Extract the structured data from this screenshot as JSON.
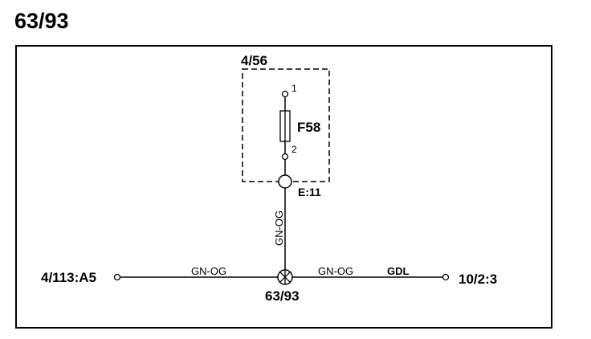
{
  "page_title": "63/93",
  "box_label": "4/56",
  "fuse": {
    "label": "F58",
    "pin_top": "1",
    "pin_bottom": "2"
  },
  "connector_label": "E:11",
  "vertical_wire_label": "GN-OG",
  "left_terminal": "4/113:A5",
  "left_wire_label": "GN-OG",
  "splice_label": "63/93",
  "right_wire_label": "GN-OG",
  "right_tag": "GDL",
  "right_terminal": "10/2:3"
}
